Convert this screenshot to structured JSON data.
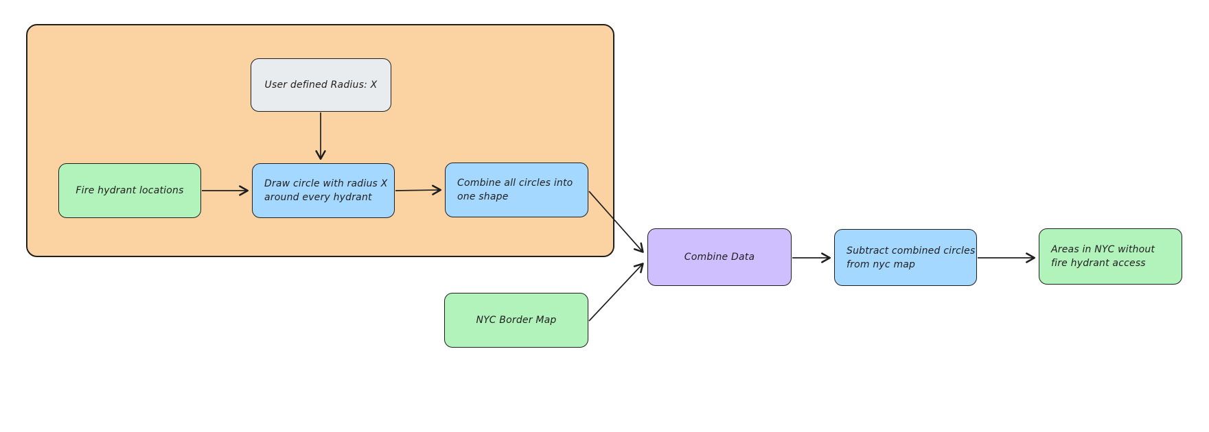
{
  "diagram": {
    "type": "flowchart",
    "style": "hand-drawn",
    "background": "#ffffff",
    "palette": {
      "stroke": "#1e1e1e",
      "container_fill": "#fbd3a3",
      "gray_fill": "#e9ecef",
      "green_fill": "#b2f2bb",
      "blue_fill": "#a5d8ff",
      "purple_fill": "#d0bfff"
    },
    "container": {
      "id": "hydrant-buffer-subgraph",
      "label": ""
    },
    "nodes": {
      "user_radius": {
        "label": "User defined Radius: X",
        "fill": "#e9ecef",
        "in_container": true
      },
      "fire_hydrant": {
        "label": "Fire hydrant locations",
        "fill": "#b2f2bb",
        "in_container": true
      },
      "draw_circle": {
        "label": "Draw circle with radius X\naround every hydrant",
        "fill": "#a5d8ff",
        "in_container": true
      },
      "combine_circ": {
        "label": "Combine all circles into\none shape",
        "fill": "#a5d8ff",
        "in_container": true
      },
      "combine_data": {
        "label": "Combine Data",
        "fill": "#d0bfff",
        "in_container": false
      },
      "nyc_border": {
        "label": "NYC Border Map",
        "fill": "#b2f2bb",
        "in_container": false
      },
      "subtract": {
        "label": "Subtract combined circles\nfrom nyc map",
        "fill": "#a5d8ff",
        "in_container": false
      },
      "areas": {
        "label": "Areas in NYC without\nfire hydrant access",
        "fill": "#b2f2bb",
        "in_container": false
      }
    },
    "edges": [
      {
        "from": "user_radius",
        "to": "draw_circle"
      },
      {
        "from": "fire_hydrant",
        "to": "draw_circle"
      },
      {
        "from": "draw_circle",
        "to": "combine_circ"
      },
      {
        "from": "combine_circ",
        "to": "combine_data"
      },
      {
        "from": "nyc_border",
        "to": "combine_data"
      },
      {
        "from": "combine_data",
        "to": "subtract"
      },
      {
        "from": "subtract",
        "to": "areas"
      }
    ]
  }
}
